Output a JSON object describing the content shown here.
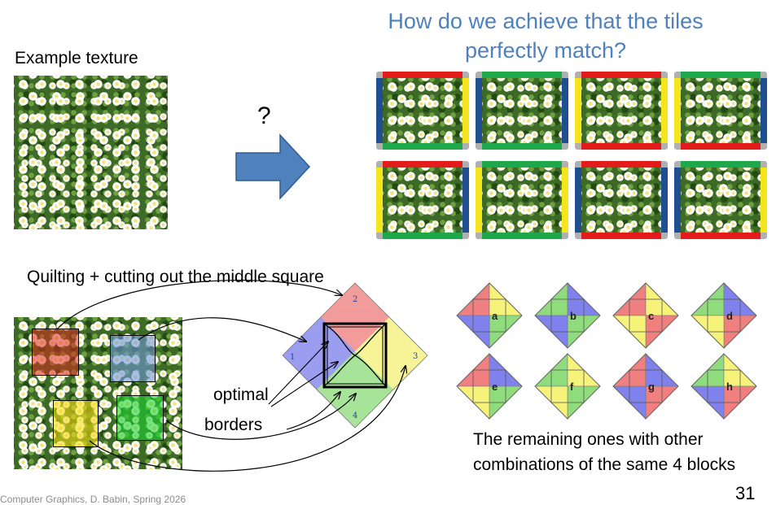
{
  "slide": {
    "title": "How do we achieve that the tiles perfectly match?",
    "example_label": "Example texture",
    "question_mark": "?",
    "quilting_label": "Quilting + cutting out the middle square",
    "optimal_label": "optimal",
    "borders_label": "borders",
    "remaining_text": "The remaining ones with other combinations of the same 4 blocks",
    "footer": "Computer Graphics, D. Babin, Spring 2026",
    "page_number": "31"
  },
  "patch_numbers": [
    "1",
    "2",
    "3",
    "4"
  ],
  "pattern_labels": [
    "a",
    "b",
    "c",
    "d",
    "e",
    "f",
    "g",
    "h"
  ],
  "colors": {
    "title_blue": "#4f81bd",
    "arrow_fill": "#4f81bd",
    "edge_red": "#e31b1b",
    "edge_green": "#1ea84b",
    "edge_yellow": "#f5e51c",
    "edge_blue": "#1f4f91",
    "corner_gray": "#b0b0b0",
    "patch_red": "#f08080",
    "patch_blue": "#7f82ec",
    "patch_yellow": "#f6f27a",
    "patch_green": "#8fdc7c"
  },
  "tiles": [
    {
      "top": "red",
      "right": "yellow",
      "bottom": "green",
      "left": "blue"
    },
    {
      "top": "green",
      "right": "blue",
      "bottom": "green",
      "left": "blue"
    },
    {
      "top": "red",
      "right": "yellow",
      "bottom": "red",
      "left": "yellow"
    },
    {
      "top": "green",
      "right": "blue",
      "bottom": "red",
      "left": "yellow"
    },
    {
      "top": "red",
      "right": "blue",
      "bottom": "green",
      "left": "yellow"
    },
    {
      "top": "green",
      "right": "yellow",
      "bottom": "green",
      "left": "yellow"
    },
    {
      "top": "red",
      "right": "blue",
      "bottom": "red",
      "left": "blue"
    },
    {
      "top": "green",
      "right": "yellow",
      "bottom": "red",
      "left": "blue"
    }
  ],
  "patterns": [
    {
      "top": "red",
      "right": "yellow",
      "bottom": "green",
      "left": "blue"
    },
    {
      "top": "green",
      "right": "blue",
      "bottom": "green",
      "left": "blue"
    },
    {
      "top": "red",
      "right": "yellow",
      "bottom": "red",
      "left": "yellow"
    },
    {
      "top": "green",
      "right": "blue",
      "bottom": "red",
      "left": "yellow"
    },
    {
      "top": "red",
      "right": "blue",
      "bottom": "green",
      "left": "yellow"
    },
    {
      "top": "green",
      "right": "yellow",
      "bottom": "green",
      "left": "yellow"
    },
    {
      "top": "red",
      "right": "blue",
      "bottom": "red",
      "left": "blue"
    },
    {
      "top": "green",
      "right": "yellow",
      "bottom": "red",
      "left": "blue"
    }
  ]
}
